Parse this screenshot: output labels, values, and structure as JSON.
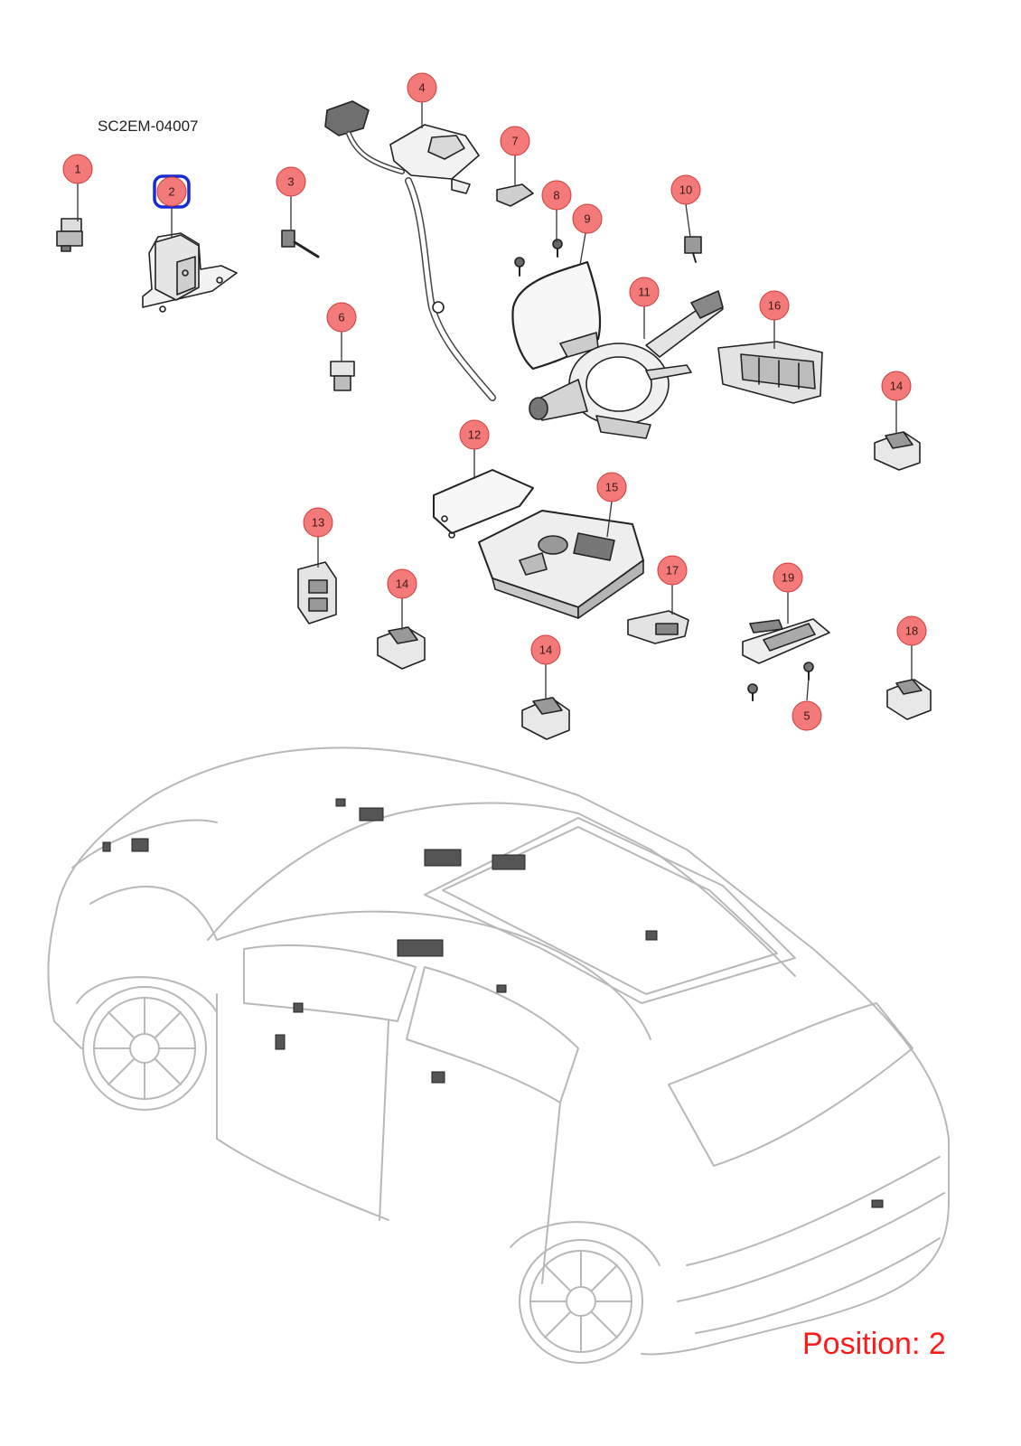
{
  "diagram_code": "SC2EM-04007",
  "position_label": "Position: 2",
  "selected_callout": "2",
  "colors": {
    "callout_fill": "#f47a7a",
    "callout_stroke": "#d13b3b",
    "selection_ring": "#1a2bd6",
    "position_text": "#ff1a1a",
    "part_outline": "#222222",
    "car_outline": "#b8b8b8"
  },
  "callouts": [
    {
      "id": "c1",
      "label": "1"
    },
    {
      "id": "c2",
      "label": "2"
    },
    {
      "id": "c3",
      "label": "3"
    },
    {
      "id": "c4",
      "label": "4"
    },
    {
      "id": "c5",
      "label": "5"
    },
    {
      "id": "c6",
      "label": "6"
    },
    {
      "id": "c7",
      "label": "7"
    },
    {
      "id": "c8",
      "label": "8"
    },
    {
      "id": "c9",
      "label": "9"
    },
    {
      "id": "c10",
      "label": "10"
    },
    {
      "id": "c11",
      "label": "11"
    },
    {
      "id": "c12",
      "label": "12"
    },
    {
      "id": "c13",
      "label": "13"
    },
    {
      "id": "c14a",
      "label": "14"
    },
    {
      "id": "c14b",
      "label": "14"
    },
    {
      "id": "c14c",
      "label": "14"
    },
    {
      "id": "c15",
      "label": "15"
    },
    {
      "id": "c16",
      "label": "16"
    },
    {
      "id": "c17",
      "label": "17"
    },
    {
      "id": "c18",
      "label": "18"
    },
    {
      "id": "c19",
      "label": "19"
    }
  ]
}
